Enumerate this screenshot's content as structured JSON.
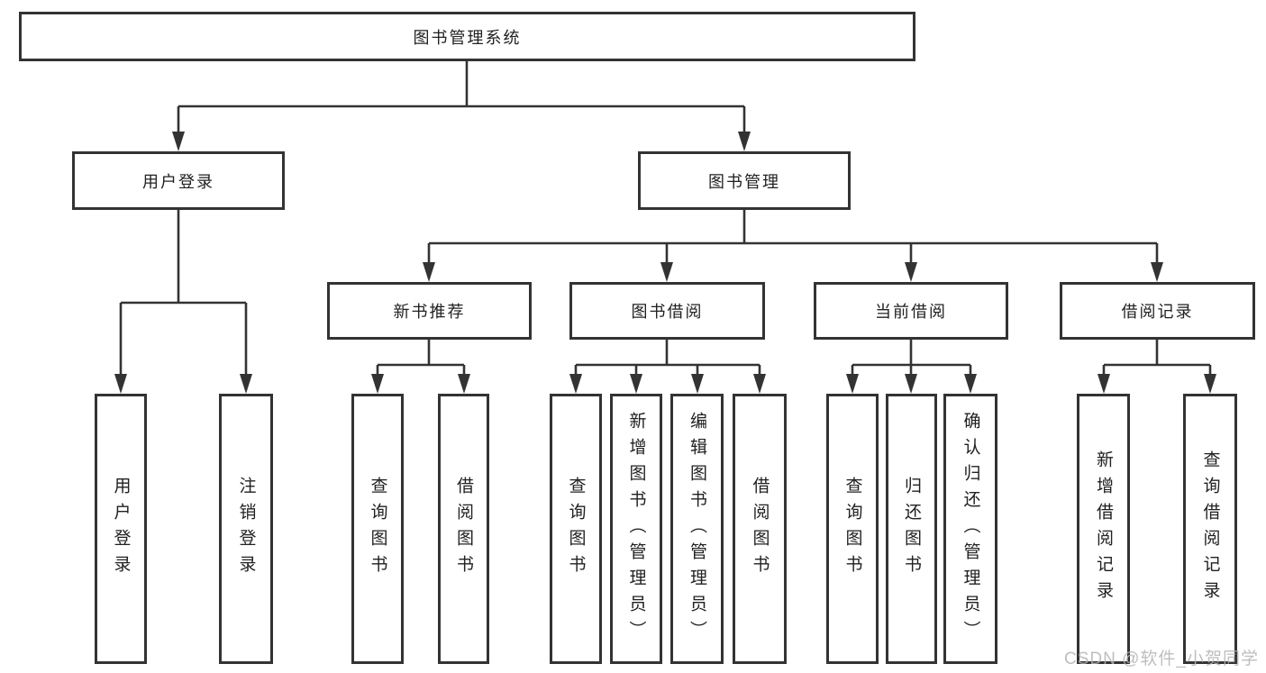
{
  "title": "图书管理系统",
  "user_branch": {
    "label": "用户登录",
    "children": [
      "用户登录",
      "注销登录"
    ]
  },
  "mgmt_branch": {
    "label": "图书管理",
    "groups": [
      {
        "label": "新书推荐",
        "children": [
          "查询图书",
          "借阅图书"
        ]
      },
      {
        "label": "图书借阅",
        "children": [
          "查询图书",
          "新增图书（管理员）",
          "编辑图书（管理员）",
          "借阅图书"
        ]
      },
      {
        "label": "当前借阅",
        "children": [
          "查询图书",
          "归还图书",
          "确认归还（管理员）"
        ]
      },
      {
        "label": "借阅记录",
        "children": [
          "新增借阅记录",
          "查询借阅记录"
        ]
      }
    ]
  },
  "watermark": {
    "text": "CSDN @软件_小贺同学"
  },
  "colors": {
    "line": "#333333",
    "text": "#212121",
    "watermark": "#b3b3b3",
    "bg": "#ffffff"
  }
}
